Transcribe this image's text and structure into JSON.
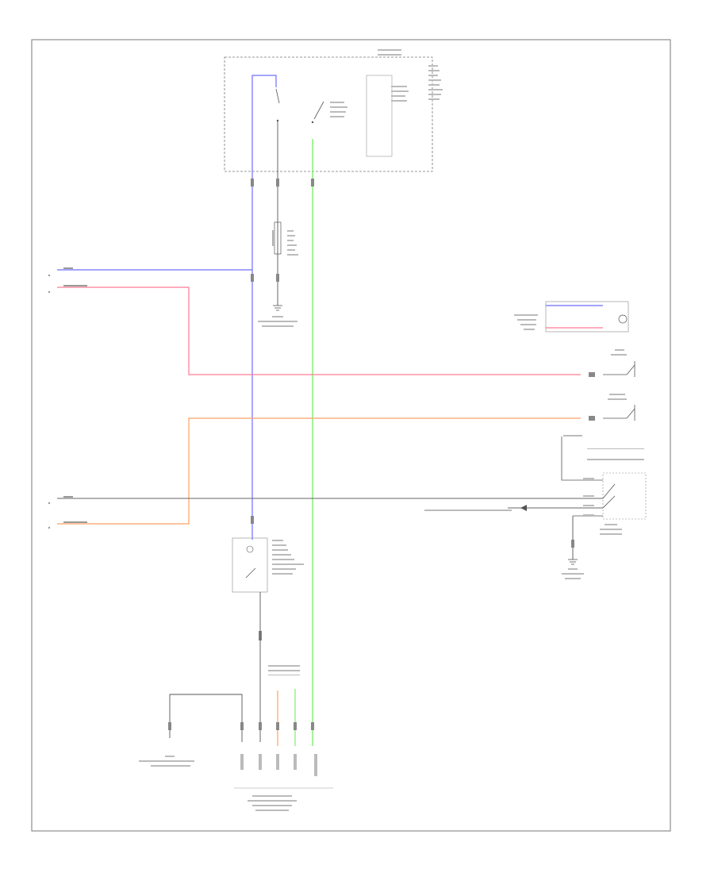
{
  "diagram": {
    "footer_code": "",
    "wire_colors": {
      "blue": "#6e6eff",
      "red": "#ff7a95",
      "green": "#7cf06a",
      "orange": "#ffa066",
      "gray": "#555555",
      "border": "#666666"
    },
    "components": [
      {
        "id": "top-module",
        "lines": [
          "",
          "",
          "",
          "",
          ""
        ]
      },
      {
        "id": "switch-module",
        "lines": [
          "",
          "",
          "",
          ""
        ]
      },
      {
        "id": "right-sensor-1",
        "lines": [
          "",
          "",
          ""
        ]
      },
      {
        "id": "right-sensor-2",
        "lines": [
          "",
          ""
        ]
      },
      {
        "id": "right-sensor-3",
        "lines": [
          "",
          ""
        ]
      },
      {
        "id": "right-connector",
        "lines": [
          "",
          ""
        ]
      },
      {
        "id": "ground-right",
        "lines": [
          "",
          ""
        ]
      },
      {
        "id": "ground-left",
        "lines": [
          "",
          ""
        ]
      },
      {
        "id": "bottom-connector",
        "lines": [
          "",
          "",
          ""
        ]
      }
    ]
  }
}
